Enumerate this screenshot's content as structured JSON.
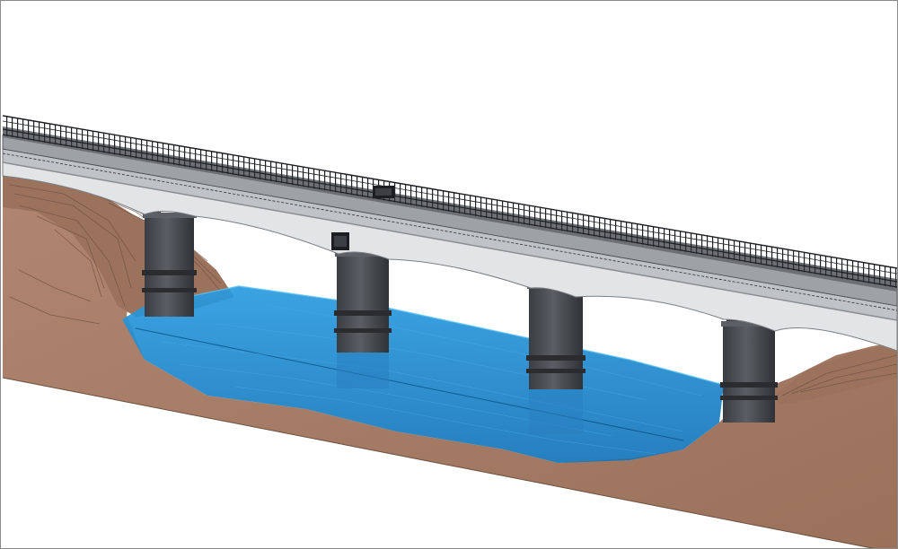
{
  "scene": {
    "subject": "bridge-over-river",
    "colors": {
      "background": "#ffffff",
      "border": "#8a8a8a",
      "terrain": "#a57b62",
      "terrain_dark": "#8a6550",
      "terrain_line": "#5e4436",
      "water": "#1e90d8",
      "water_dark": "#1570b0",
      "pier": "#4a4d52",
      "pier_light": "#6a6e74",
      "deck": "#d8dadc",
      "deck_dark": "#8c9094",
      "rail": "#2a2c2f"
    },
    "piers": 4,
    "arches": 5
  }
}
